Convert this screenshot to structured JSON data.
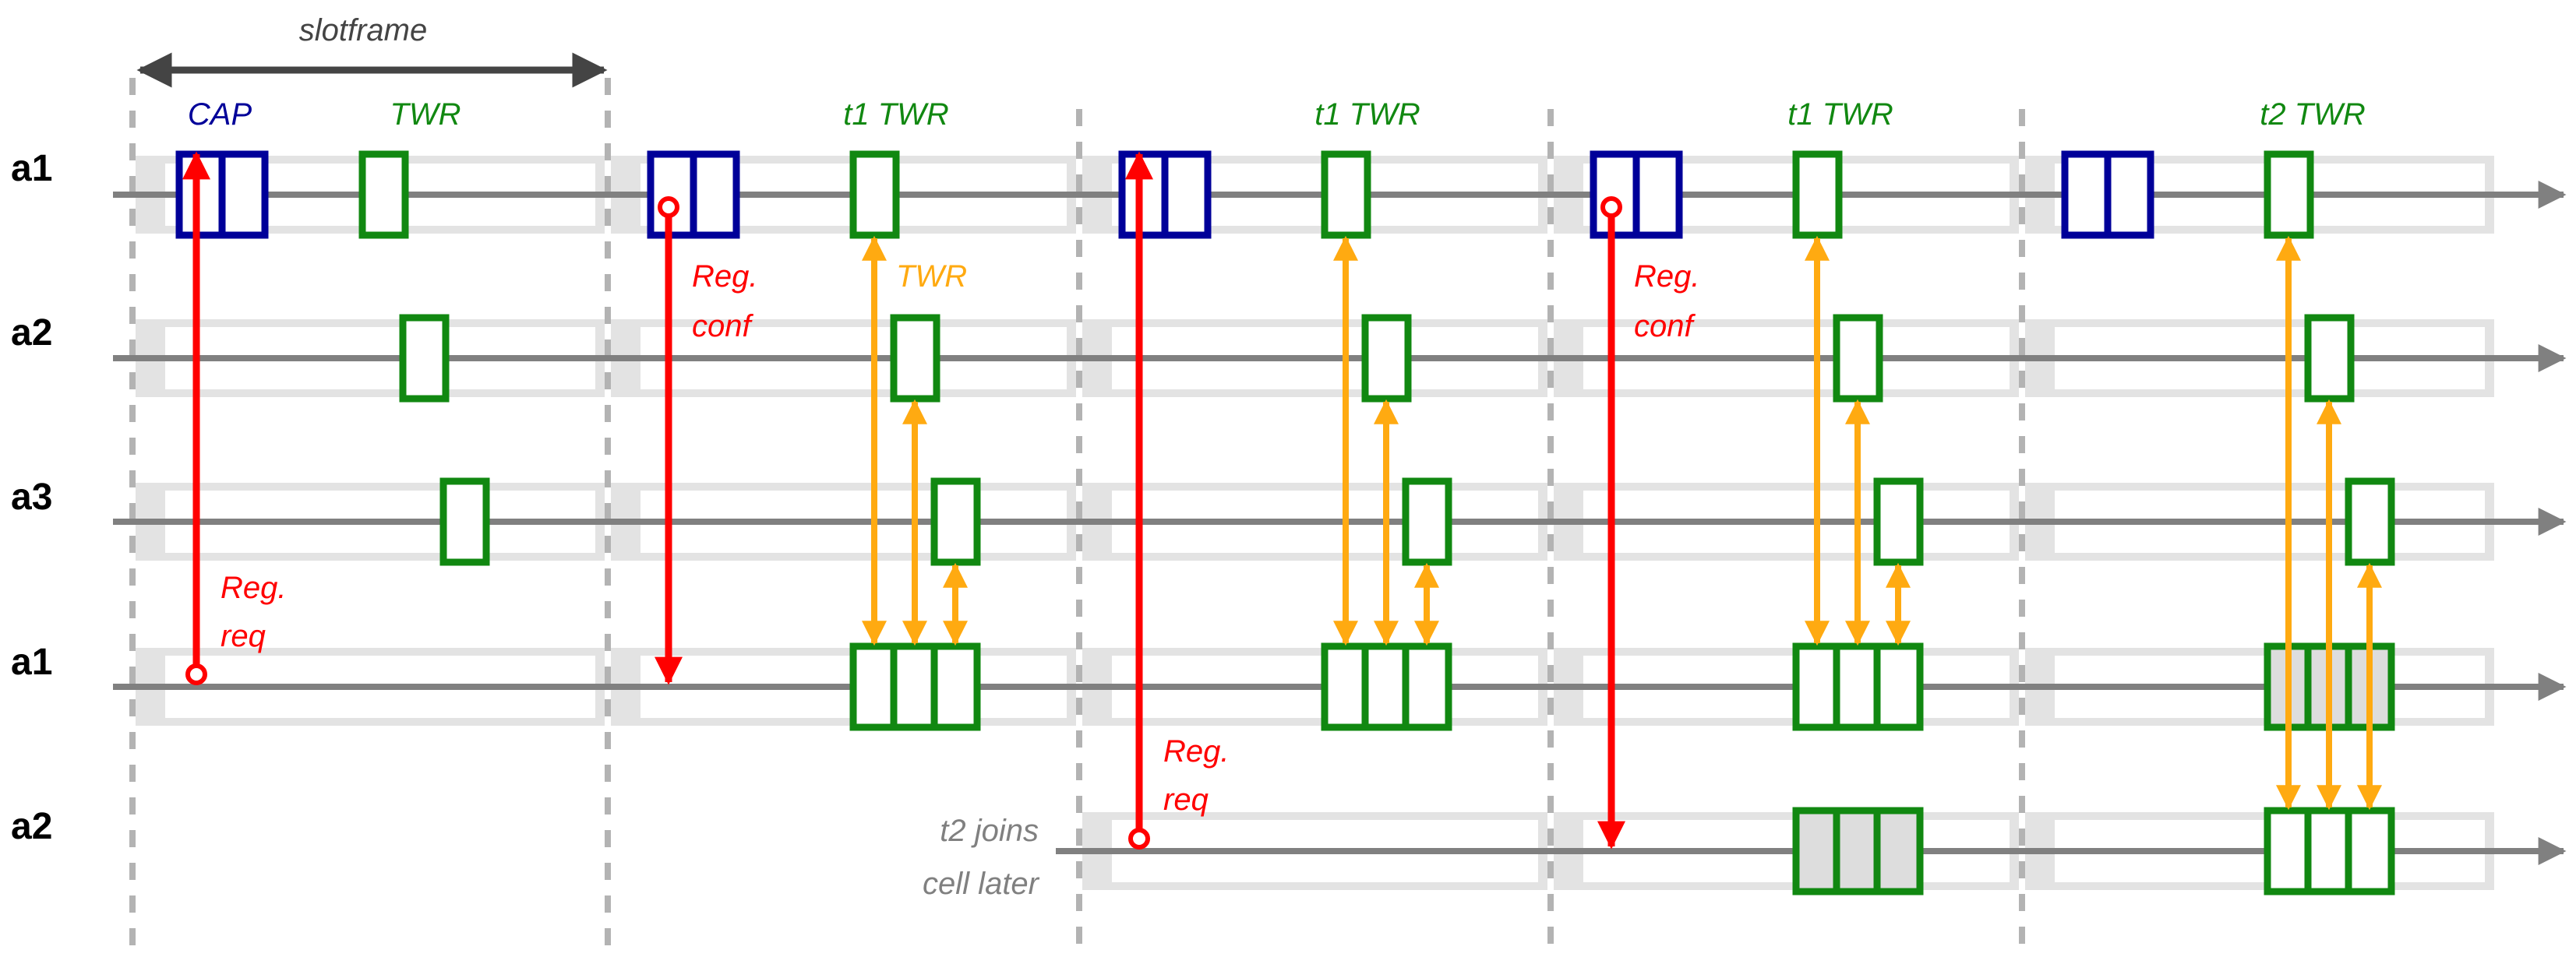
{
  "colors": {
    "cap": "#000099",
    "twr": "#118811",
    "reg": "#ff0000",
    "link": "#ffaa11",
    "axis": "#808080",
    "band": "#e3e3e3",
    "divider": "#b3b3b3",
    "text_gray": "#808080",
    "shade": "#dddddd"
  },
  "rows": [
    {
      "label": "a1"
    },
    {
      "label": "a2"
    },
    {
      "label": "a3"
    },
    {
      "label": "a1"
    },
    {
      "label": "a2"
    }
  ],
  "header": {
    "slotframe": "slotframe",
    "cap": "CAP",
    "twr": "TWR"
  },
  "frames": [
    {
      "title": "t1 TWR"
    },
    {
      "title": "t1 TWR"
    },
    {
      "title": "t1 TWR"
    },
    {
      "title": "t2 TWR"
    }
  ],
  "annotations": {
    "reg_req_1": [
      "Reg.",
      "req"
    ],
    "reg_conf_1": [
      "Reg.",
      "conf"
    ],
    "twr_link": "TWR",
    "reg_req_2": [
      "Reg.",
      "req"
    ],
    "reg_conf_2": [
      "Reg.",
      "conf"
    ],
    "t2_joins": [
      "t2 joins",
      "cell later"
    ]
  }
}
